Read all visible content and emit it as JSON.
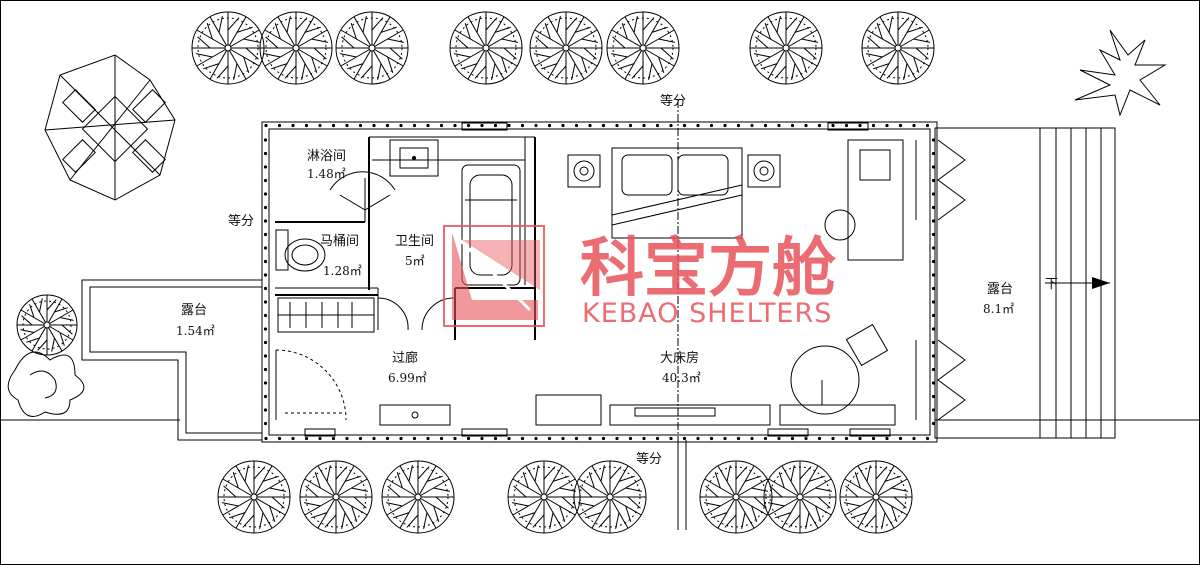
{
  "labels": {
    "shower": "淋浴间",
    "shower_area": "1.48㎡",
    "toilet": "马桶间",
    "toilet_area": "1.28㎡",
    "bathroom": "卫生间",
    "bathroom_area": "5㎡",
    "corridor": "过廊",
    "corridor_area": "6.99㎡",
    "bedroom": "大床房",
    "bedroom_area": "40.3㎡",
    "terrace_left": "露台",
    "terrace_left_area": "1.54㎡",
    "terrace_right": "露台",
    "terrace_right_area": "8.1㎡",
    "equal_top": "等分",
    "equal_left": "等分",
    "equal_bottom": "等分",
    "down": "下"
  },
  "watermark": {
    "cn": "科宝方舱",
    "en": "KEBAO SHELTERS",
    "color": "#e8545a"
  }
}
